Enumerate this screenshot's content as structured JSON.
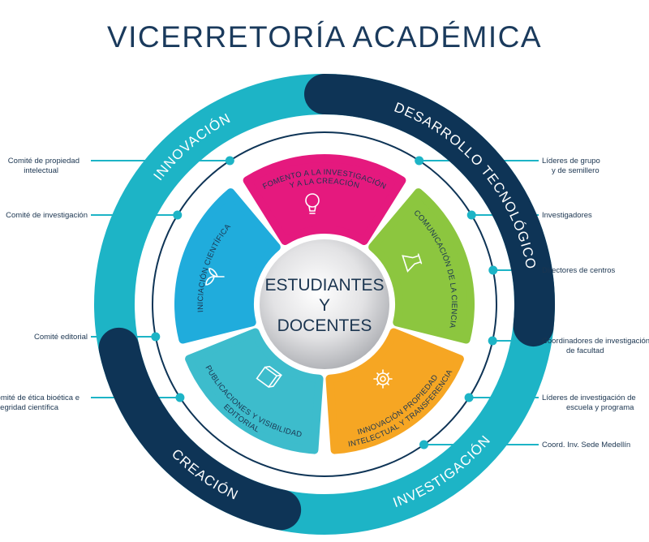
{
  "title": "VICERRETORÍA ACADÉMICA",
  "center": {
    "line1": "ESTUDIANTES",
    "line2": "Y",
    "line3": "DOCENTES"
  },
  "ring": {
    "innovacion": "INNOVACIÓN",
    "desarrollo": "DESARROLLO TECNOLÓGICO",
    "investigacion": "INVESTIGACIÓN",
    "creacion": "CREACIÓN"
  },
  "petals": {
    "fomento": {
      "line1": "FOMENTO A LA INVESTIGACIÓN",
      "line2": "Y A LA CREACIÓN",
      "icon": "lightbulb-icon",
      "color": "#e5197e"
    },
    "comunicacion": {
      "line1": "COMUNICACIÓN DE LA CIENCIA",
      "icon": "flask-icon",
      "color": "#8cc63f"
    },
    "innovacion": {
      "line1": "INNOVACIÓN PROPIEDAD",
      "line2": "INTELECTUAL Y TRANSFERENCIA",
      "icon": "gear-bulb-icon",
      "color": "#f6a623"
    },
    "publicaciones": {
      "line1": "PUBLICACIONES Y VISIBILIDAD",
      "line2": "EDITORIAL",
      "icon": "book-icon",
      "color": "#3dbccc"
    },
    "iniciacion": {
      "line1": "INICIACIÓN CIENTÍFICA",
      "icon": "sprout-icon",
      "color": "#20acdc"
    }
  },
  "left_labels": [
    {
      "line1": "Comité de propiedad",
      "line2": "intelectual"
    },
    {
      "line1": "Comité de investigación"
    },
    {
      "line1": "Comité editorial"
    },
    {
      "line1": "Comité de ética bioética e",
      "line2": "integridad científica"
    }
  ],
  "right_labels": [
    {
      "line1": "Líderes de grupo",
      "line2": "y de semillero"
    },
    {
      "line1": "Investigadores"
    },
    {
      "line1": "Directores de centros"
    },
    {
      "line1": "Coordinadores de investigación",
      "line2": "de facultad"
    },
    {
      "line1": "Líderes de investigación de",
      "line2": "escuela y programa"
    },
    {
      "line1": "Coord. Inv. Sede Medellín"
    }
  ],
  "colors": {
    "navy": "#0e3456",
    "teal": "#1db4c6",
    "title": "#1a3a5c"
  }
}
